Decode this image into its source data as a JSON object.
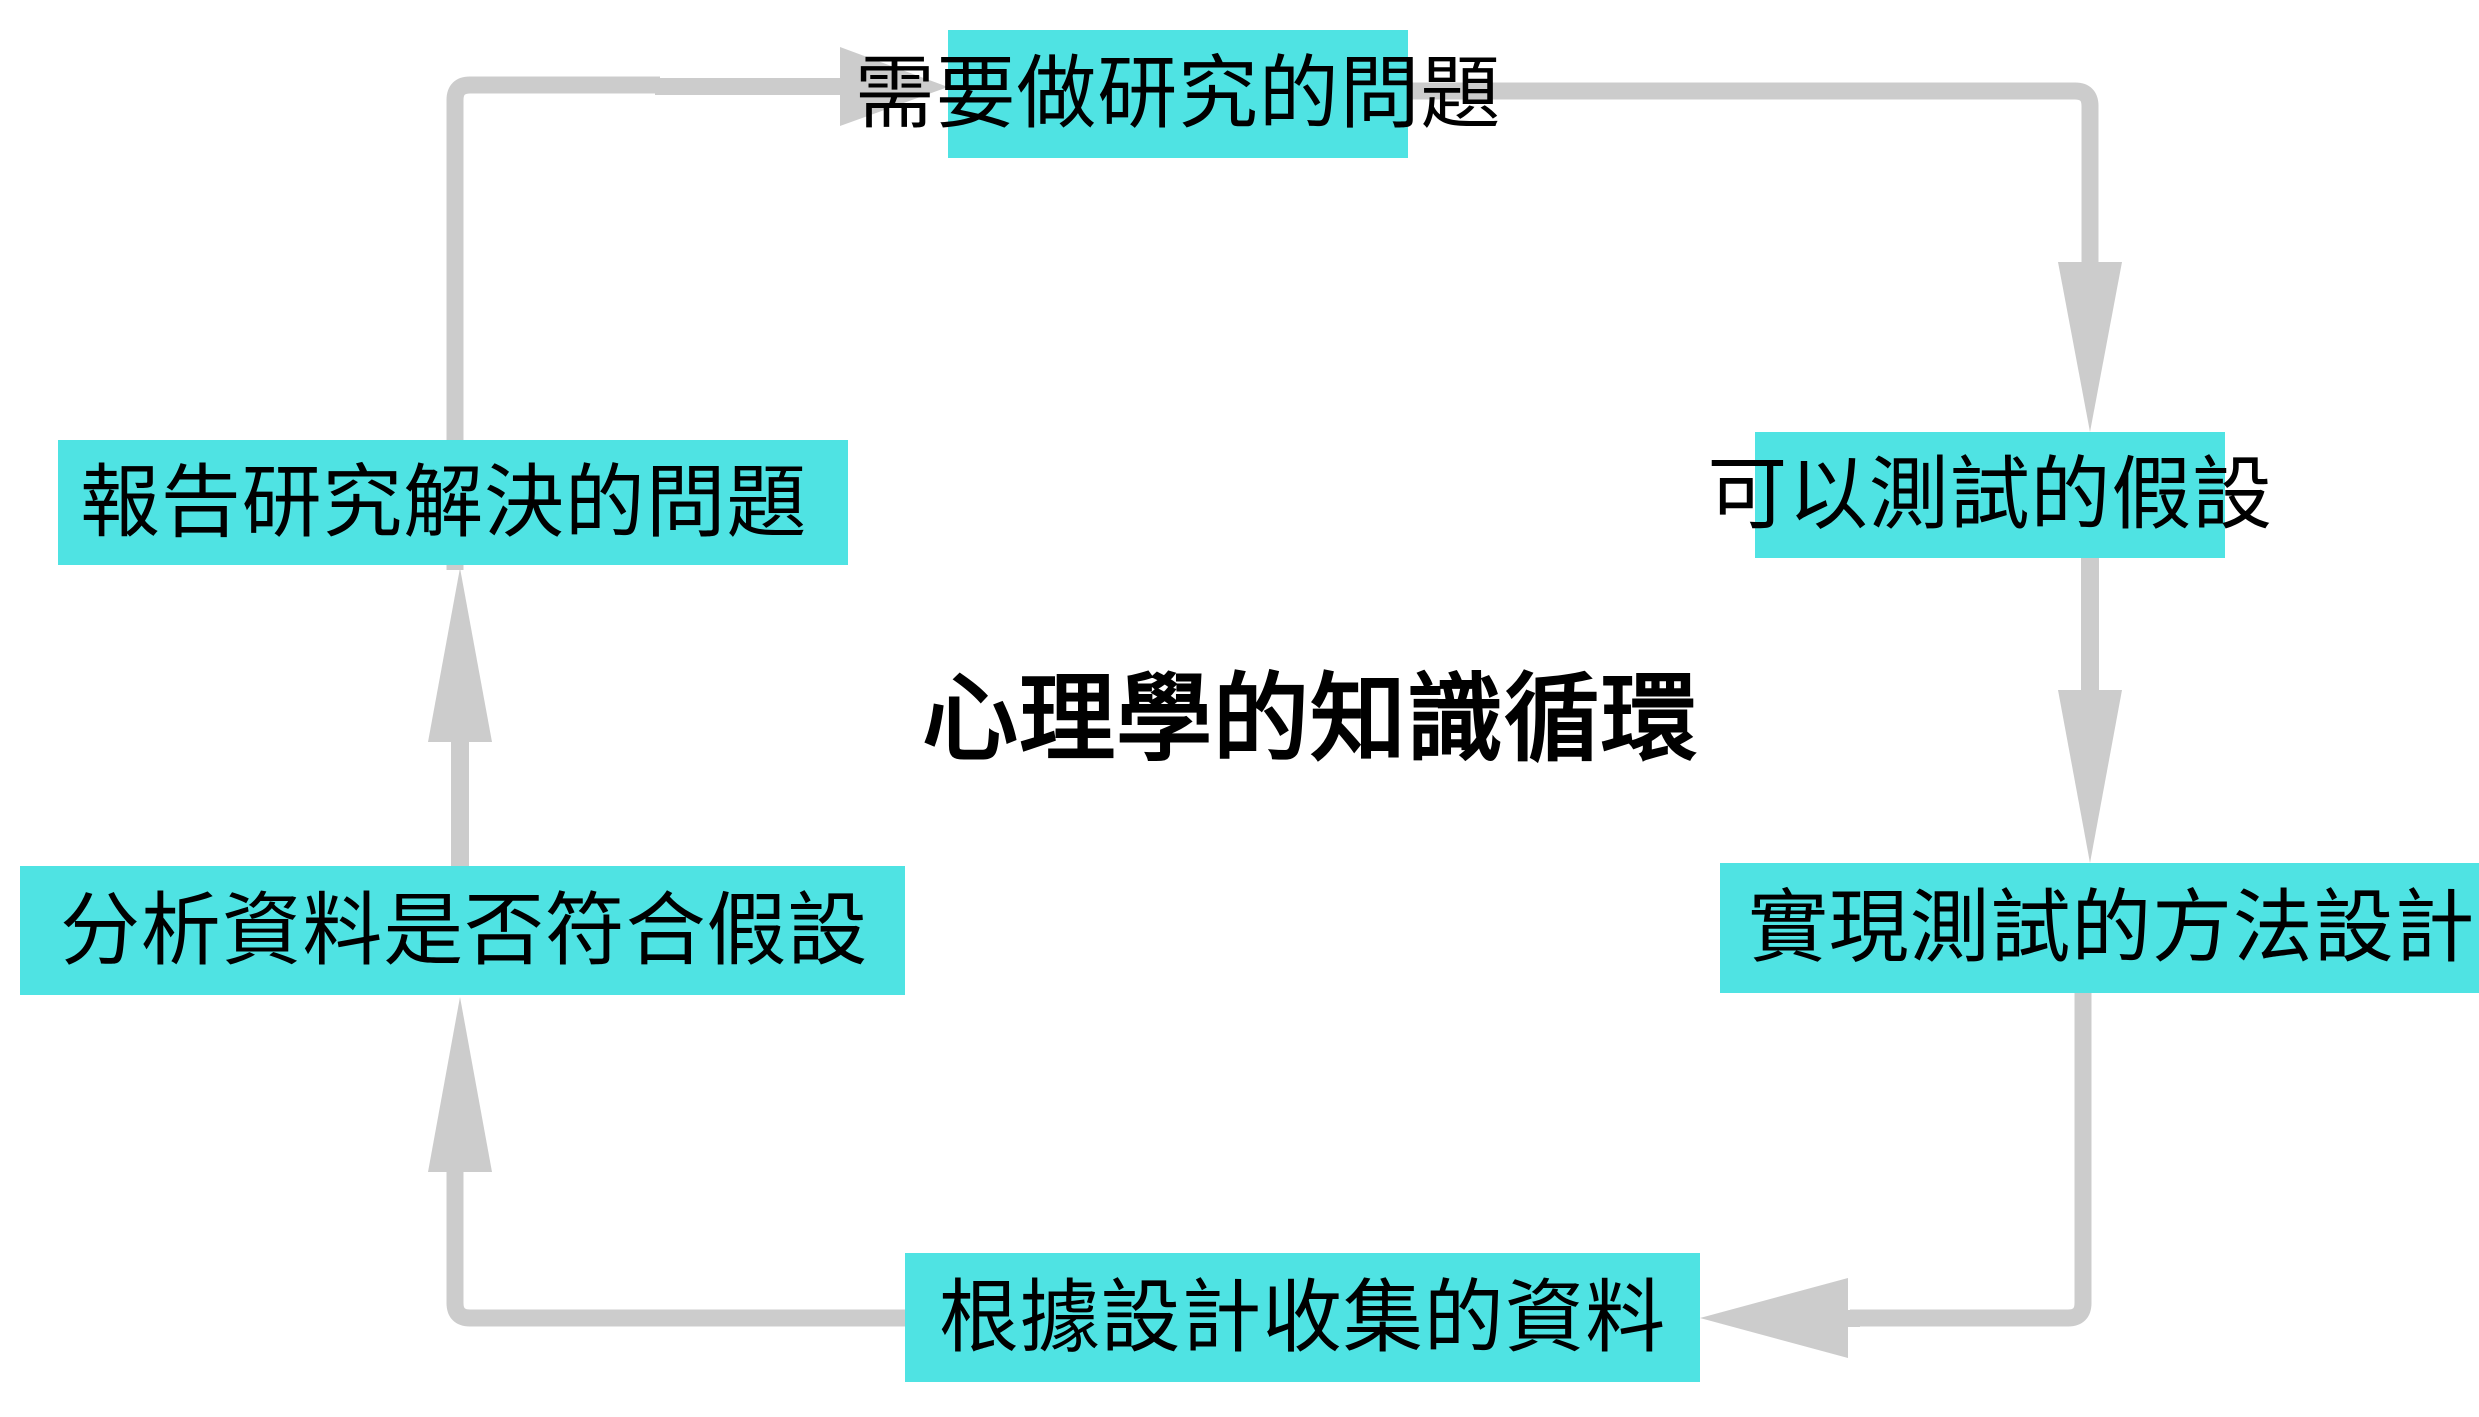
{
  "diagram": {
    "title": "心理學的知識循環",
    "colors": {
      "node_fill": "#4FE3E3",
      "node_text": "#000000",
      "connector": "#CCCCCC",
      "background": "#FFFFFF"
    },
    "nodes": [
      {
        "id": "problem",
        "label": "需要做研究的問題",
        "position": "top"
      },
      {
        "id": "hypo",
        "label": "可以測試的假設",
        "position": "right-upper"
      },
      {
        "id": "method",
        "label": "實現測試的方法設計",
        "position": "right-lower"
      },
      {
        "id": "collect",
        "label": "根據設計收集的資料",
        "position": "bottom"
      },
      {
        "id": "analyze",
        "label": "分析資料是否符合假設",
        "position": "left-lower"
      },
      {
        "id": "report",
        "label": "報告研究解決的問題",
        "position": "left-upper"
      }
    ],
    "edges": [
      {
        "from": "report",
        "to": "problem",
        "direction": "right"
      },
      {
        "from": "problem",
        "to": "hypo",
        "direction": "down"
      },
      {
        "from": "hypo",
        "to": "method",
        "direction": "down"
      },
      {
        "from": "method",
        "to": "collect",
        "direction": "left"
      },
      {
        "from": "collect",
        "to": "analyze",
        "direction": "up"
      },
      {
        "from": "analyze",
        "to": "report",
        "direction": "up"
      }
    ]
  }
}
